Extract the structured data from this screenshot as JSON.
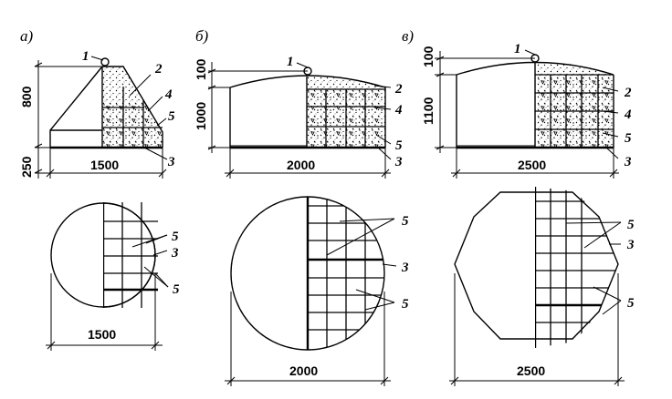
{
  "panels": {
    "a": {
      "letter": "а)",
      "dims": {
        "height_top": "800",
        "height_bottom": "250",
        "width_section": "1500",
        "width_plan": "1500"
      },
      "callouts": {
        "c1": "1",
        "c2": "2",
        "c4": "4",
        "c5": "5",
        "c3": "3"
      },
      "plan_callouts": {
        "p5a": "5",
        "p3": "3",
        "p5b": "5"
      }
    },
    "b": {
      "letter": "б)",
      "dims": {
        "height_top": "100",
        "height_main": "1000",
        "width_section": "2000",
        "width_plan": "2000"
      },
      "callouts": {
        "c1": "1",
        "c2": "2",
        "c4": "4",
        "c5": "5",
        "c3": "3"
      },
      "plan_callouts": {
        "p5a": "5",
        "p3": "3",
        "p5b": "5"
      }
    },
    "v": {
      "letter": "в)",
      "dims": {
        "height_top": "100",
        "height_main": "1100",
        "width_section": "2500",
        "width_plan": "2500"
      },
      "callouts": {
        "c1": "1",
        "c2": "2",
        "c4": "4",
        "c5": "5",
        "c3": "3"
      },
      "plan_callouts": {
        "p5a": "5",
        "p3": "3",
        "p5b": "5"
      }
    }
  }
}
